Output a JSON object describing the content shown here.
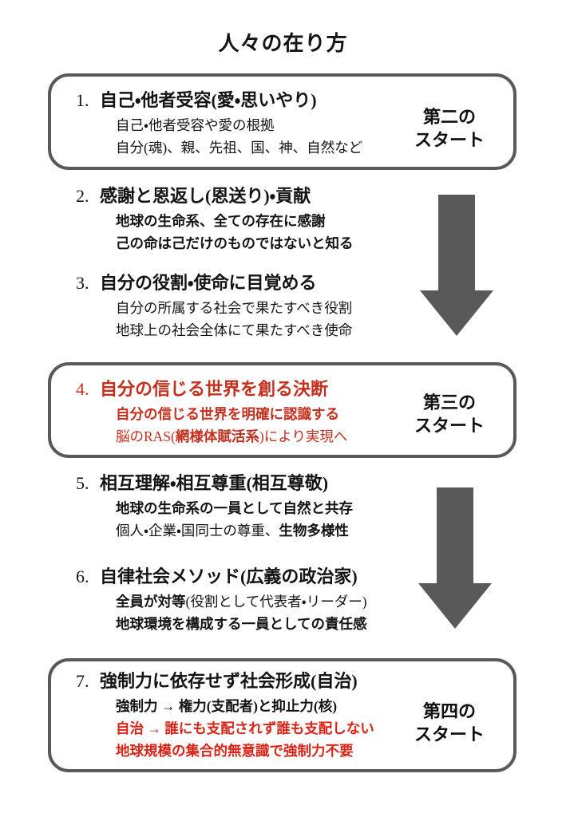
{
  "title": "人々の在り方",
  "colors": {
    "box_border": "#595959",
    "arrow": "#595959",
    "text": "#141414",
    "red": "#c5301e",
    "red_bright": "#d92418"
  },
  "items": [
    {
      "number": "1.",
      "heading": "自己・他者受容(愛・思いやり)",
      "subs": [
        {
          "text": "自己・他者受容や愛の根拠"
        },
        {
          "text": "自分(魂)、親、先祖、国、神、自然など"
        }
      ],
      "start_label": {
        "line1": "第二の",
        "line2": "スタート"
      }
    },
    {
      "number": "2.",
      "heading": "感謝と恩返し(恩送り)・貢献",
      "subs": [
        {
          "text": "地球の生命系、全ての存在に感謝"
        },
        {
          "text": "己の命は己だけのものではないと知る"
        }
      ]
    },
    {
      "number": "3.",
      "heading": "自分の役割・使命に目覚める",
      "subs": [
        {
          "text": "自分の所属する社会で果たすべき役割"
        },
        {
          "text": "地球上の社会全体にて果たすべき使命"
        }
      ]
    },
    {
      "number": "4.",
      "heading": "自分の信じる世界を創る決断",
      "subs": [
        {
          "text": "自分の信じる世界を明確に認識する"
        },
        {
          "pre": "脳のRAS(",
          "bold": "網様体賦活系",
          "post": ")により実現へ"
        }
      ],
      "start_label": {
        "line1": "第三の",
        "line2": "スタート"
      }
    },
    {
      "number": "5.",
      "heading": "相互理解・相互尊重(相互尊敬)",
      "subs": [
        {
          "text": "地球の生命系の一員として自然と共存"
        },
        {
          "pre": "個人・企業・国同士の尊重、",
          "bold": "生物多様性"
        }
      ]
    },
    {
      "number": "6.",
      "heading": "自律社会メソッド(広義の政治家)",
      "subs": [
        {
          "bold": "全員が対等",
          "post": "(役割として代表者・リーダー)"
        },
        {
          "text": "地球環境を構成する一員としての責任感"
        }
      ]
    },
    {
      "number": "7.",
      "heading": "強制力に依存せず社会形成(自治)",
      "subs": [
        {
          "text": "強制力 → 権力(支配者)と抑止力(核)"
        },
        {
          "text": "自治 → 誰にも支配されず誰も支配しない"
        },
        {
          "text": "地球規模の集合的無意識で強制力不要"
        }
      ],
      "start_label": {
        "line1": "第四の",
        "line2": "スタート"
      }
    }
  ],
  "arrows": [
    {
      "name": "down-arrow-1"
    },
    {
      "name": "down-arrow-2"
    }
  ]
}
